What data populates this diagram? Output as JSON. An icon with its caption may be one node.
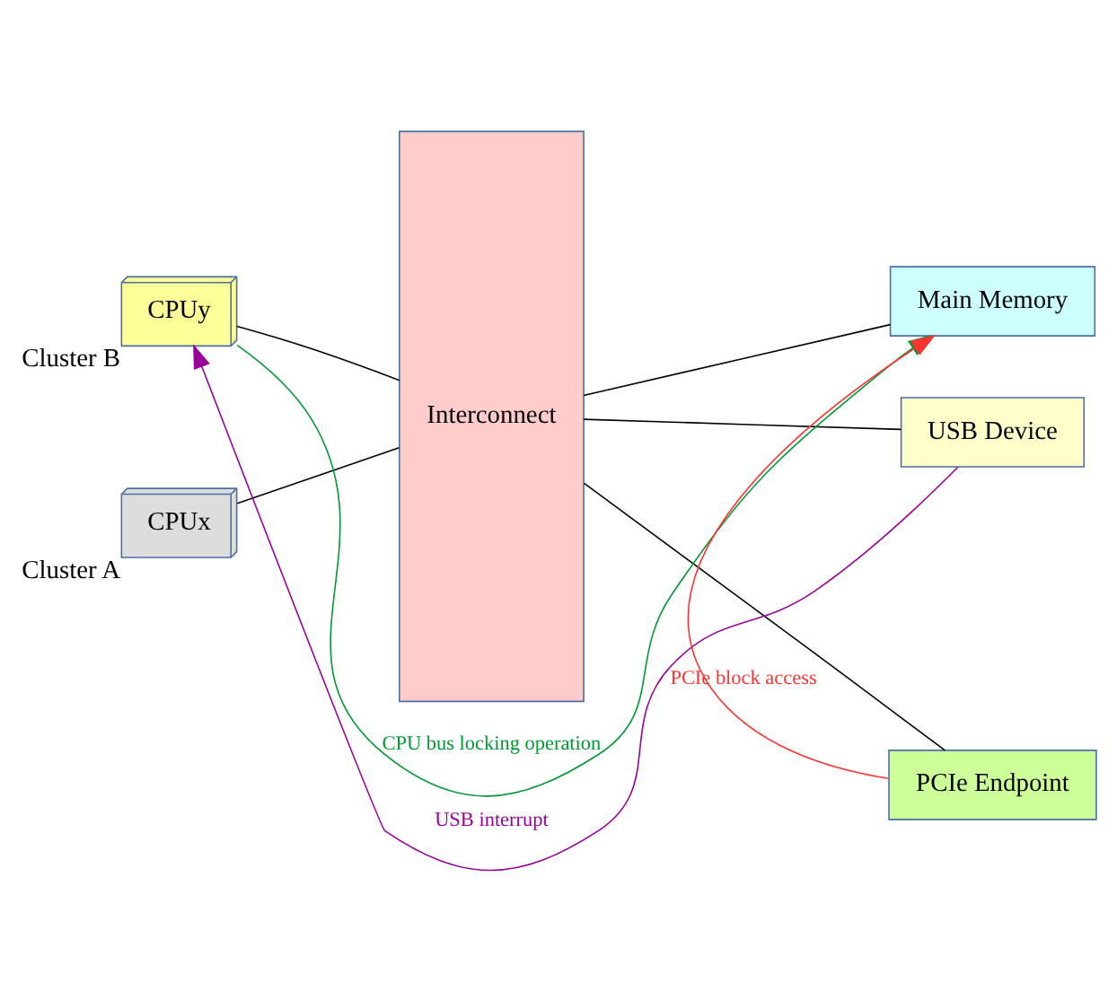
{
  "diagram": {
    "nodes": [
      {
        "text": [
          "Interconnect"
        ]
      },
      {
        "text": [
          "Main Memory"
        ]
      },
      {
        "text": [
          "CPUx"
        ],
        "beside": [
          "Cluster A"
        ]
      },
      {
        "text": [
          "CPUy"
        ],
        "beside": [
          "Cluster B"
        ]
      },
      {
        "text": [
          "USB Device"
        ]
      },
      {
        "text": [
          "PCIe Endpoint"
        ]
      }
    ],
    "edges": [
      {
        "from": 0,
        "to": 1,
        "arrow": "none"
      },
      {
        "from": 2,
        "to": 0,
        "arrow": "none"
      },
      {
        "from": 3,
        "to": 0,
        "arrow": "none"
      },
      {
        "from": 0,
        "to": 4,
        "arrow": "none"
      },
      {
        "from": 0,
        "to": 5,
        "arrow": "none"
      },
      {
        "from": 5,
        "to": 1,
        "arrow": "to",
        "label": "PCIe block access",
        "color": "#ff3333"
      },
      {
        "from": 3,
        "to": 1,
        "arrow": "to",
        "label": "CPU bus locking operation",
        "color": "#009933"
      },
      {
        "from": 4,
        "to": 3,
        "arrow": "to",
        "label": "USB interrupt",
        "color": "#990099"
      }
    ]
  }
}
